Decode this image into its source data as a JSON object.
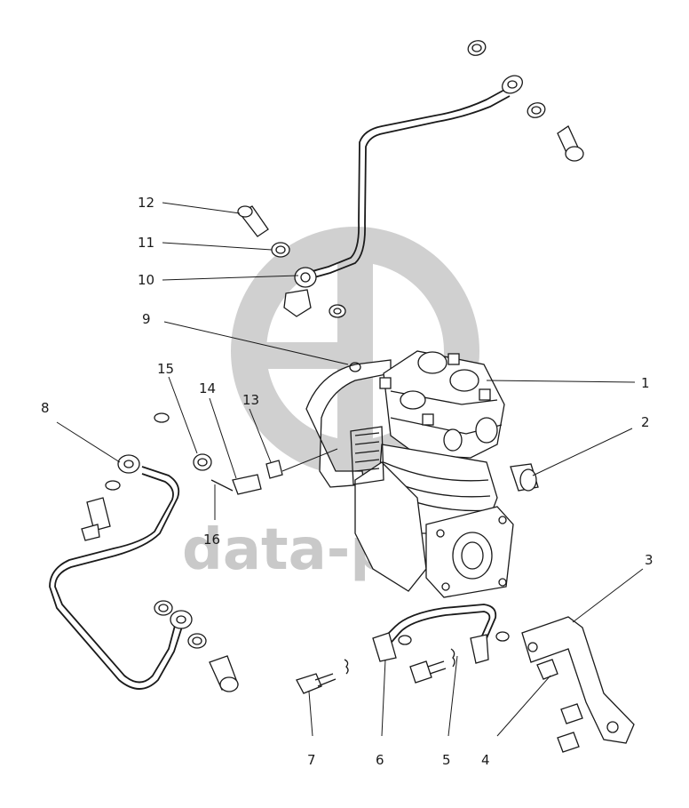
{
  "labels": [
    "1",
    "2",
    "3",
    "4",
    "5",
    "6",
    "7",
    "8",
    "9",
    "10",
    "11",
    "12",
    "13",
    "14",
    "15",
    "16"
  ],
  "watermark": {
    "text": "data-pa",
    "logo": "gb-logo"
  }
}
